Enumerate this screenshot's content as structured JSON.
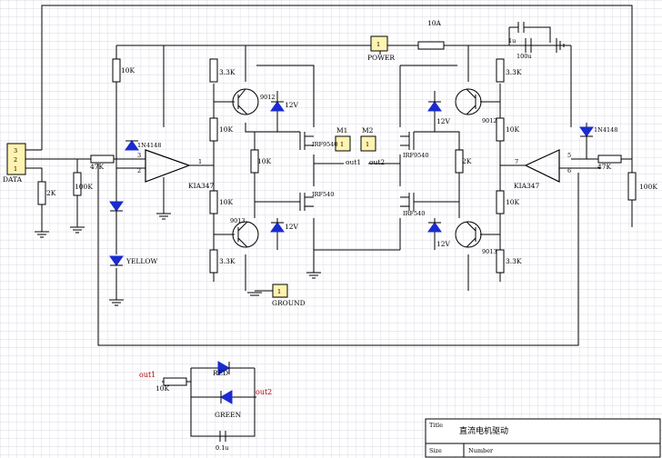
{
  "title_block": {
    "title_label": "Title",
    "title_value": "直流电机驱动",
    "size_label": "Size",
    "number_label": "Number"
  },
  "ports": {
    "data": "DATA",
    "power": "POWER",
    "ground": "GROUND",
    "m1": "M1",
    "m2": "M2",
    "out1": "out1",
    "out2": "out2",
    "port_pin": "1",
    "data_pins": [
      "3",
      "2",
      "1"
    ]
  },
  "fuse": "10A",
  "caps": {
    "c_small": "1u",
    "c_big": "100u",
    "c_bottom": "0.1u"
  },
  "resistors": {
    "r10k": "10K",
    "r33k": "3.3K",
    "r100k": "100K",
    "r47k": "47K",
    "r2k": "2K"
  },
  "transistors": {
    "q_pnp": "9012",
    "q_npn": "9013"
  },
  "mosfets": {
    "p": "IRF9540",
    "n": "IRF540"
  },
  "zeners": "12V",
  "diodes": {
    "d": "1N4148",
    "red": "RED",
    "green": "GREEN",
    "yellow": "YELLOW"
  },
  "opamp": {
    "name": "KIA347",
    "pins_left": [
      "3",
      "2",
      "1"
    ],
    "pins_right": [
      "5",
      "6",
      "7"
    ]
  },
  "colors": {
    "component": "#1a2bd0",
    "port_fill": "#fff3b0",
    "net_label": "#b00000",
    "grid": "#c9c9d9"
  }
}
